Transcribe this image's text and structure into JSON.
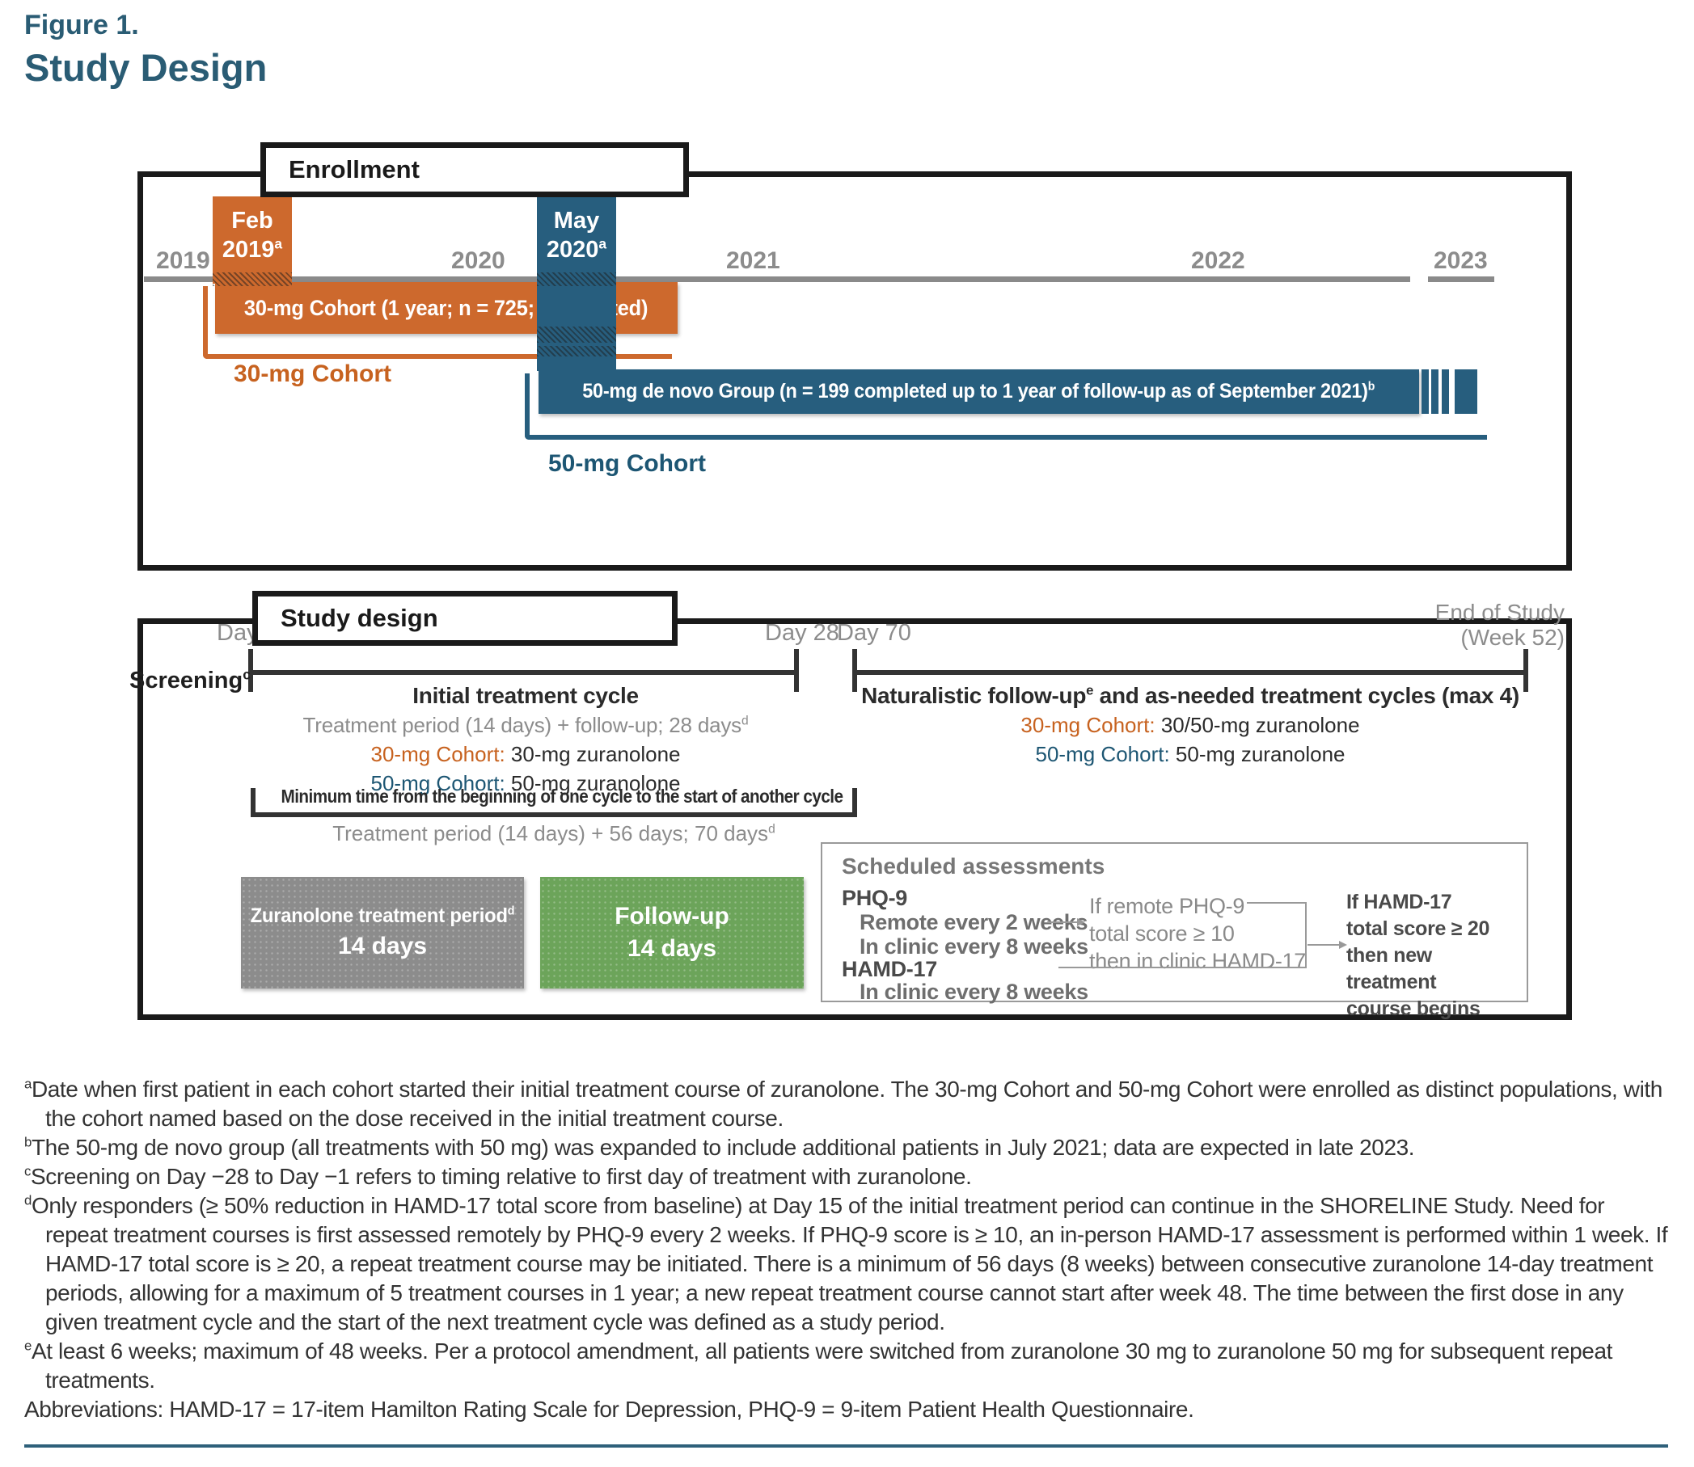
{
  "figure": {
    "label": "Figure 1.",
    "title": "Study Design"
  },
  "colors": {
    "header_teal": "#2A5C74",
    "orange": "#CD692D",
    "orange_text": "#C7621F",
    "blue": "#275E7E",
    "blue_text": "#1D5673",
    "gray_timeline": "#8a8a8a",
    "treatment_box_gray": "#8c8c8c",
    "followup_box_green": "#6CA45A",
    "bottom_rule_teal": "#2E607A"
  },
  "enrollment": {
    "panel_title": "Enrollment",
    "years": [
      "2019",
      "2020",
      "2021",
      "2022",
      "2023"
    ],
    "feb_marker": {
      "month": "Feb",
      "year": "2019",
      "sup": "a"
    },
    "may_marker": {
      "month": "May",
      "year": "2020",
      "sup": "a"
    },
    "bar_30": {
      "text": "30-mg Cohort (1 year; n = 725; completed)"
    },
    "bar_50": {
      "text": "50-mg de novo Group (n = 199 completed up to 1 year of follow-up as of September 2021)",
      "sup": "b"
    },
    "bracket_30_label": "30-mg Cohort",
    "bracket_50_label": "50-mg Cohort"
  },
  "study": {
    "panel_title": "Study design",
    "day1": "Day 1",
    "day28": "Day 28",
    "day70": "Day 70",
    "end_of_study_line1": "End of Study",
    "end_of_study_line2": "(Week 52)",
    "screening": {
      "text": "Screening",
      "sup": "c"
    },
    "initial": {
      "title": "Initial treatment cycle",
      "subtitle": {
        "text": "Treatment period (14 days) + follow-up; 28 days",
        "sup": "d"
      },
      "cohort30": {
        "label": "30-mg Cohort:",
        "value": "30-mg zuranolone"
      },
      "cohort50": {
        "label": "50-mg Cohort:",
        "value": "50-mg zuranolone"
      }
    },
    "naturalistic": {
      "title_pre": "Naturalistic follow-up",
      "title_sup": "e",
      "title_post": " and as-needed treatment cycles (max 4)",
      "cohort30": {
        "label": "30-mg Cohort:",
        "value": "30/50-mg zuranolone"
      },
      "cohort50": {
        "label": "50-mg Cohort:",
        "value": "50-mg zuranolone"
      }
    },
    "min_time": {
      "title": "Minimum time from the beginning of one cycle to the start of another cycle",
      "subtitle": {
        "text": "Treatment period (14 days) + 56 days; 70 days",
        "sup": "d"
      }
    },
    "treatment_box": {
      "line1": {
        "text": "Zuranolone treatment period",
        "sup": "d"
      },
      "line2": "14 days"
    },
    "followup_box": {
      "line1": "Follow-up",
      "line2": "14 days"
    },
    "assessments": {
      "title": "Scheduled assessments",
      "phq9": "PHQ-9",
      "phq9_items": [
        "Remote every 2 weeks",
        "In clinic every 8 weeks"
      ],
      "hamd17": "HAMD-17",
      "hamd17_items": [
        "In clinic every 8 weeks"
      ],
      "mid": {
        "line1": "If remote PHQ-9",
        "line2": "total score ≥ 10",
        "line3": "then in clinic HAMD-17"
      },
      "right": {
        "line1": "If HAMD-17",
        "line2": "total score ≥ 20",
        "line3": "then new treatment",
        "line4": "course begins"
      }
    }
  },
  "footnotes": [
    {
      "marker": "a",
      "text": "Date when first patient in each cohort started their initial treatment course of zuranolone. The 30-mg Cohort and 50-mg Cohort were enrolled as distinct populations, with the cohort named based on the dose received in the initial treatment course."
    },
    {
      "marker": "b",
      "text": "The 50-mg de novo group (all treatments with 50 mg) was expanded to include additional patients in July 2021; data are expected in late 2023."
    },
    {
      "marker": "c",
      "text": "Screening on Day −28 to Day −1 refers to timing relative to first day of treatment with zuranolone."
    },
    {
      "marker": "d",
      "text": "Only responders (≥ 50% reduction in HAMD-17 total score from baseline) at Day 15 of the initial treatment period can continue in the SHORELINE Study. Need for repeat treatment courses is first assessed remotely by PHQ-9 every 2 weeks. If PHQ-9 score is ≥ 10, an in-person HAMD-17 assessment is performed within 1 week. If HAMD-17 total score is ≥ 20, a repeat treatment course may be initiated. There is a minimum of 56 days (8 weeks) between consecutive zuranolone 14-day treatment periods, allowing for a maximum of 5 treatment courses in 1 year; a new repeat treatment course cannot start after week 48. The time between the first dose in any given treatment cycle and the start of the next treatment cycle was defined as a study period."
    },
    {
      "marker": "e",
      "text": "At least 6 weeks; maximum of 48 weeks. Per a protocol amendment, all patients were switched from zuranolone 30 mg to zuranolone 50 mg for subsequent repeat treatments."
    }
  ],
  "abbreviations": "Abbreviations: HAMD-17 = 17-item Hamilton Rating Scale for Depression, PHQ-9 = 9-item Patient Health Questionnaire."
}
